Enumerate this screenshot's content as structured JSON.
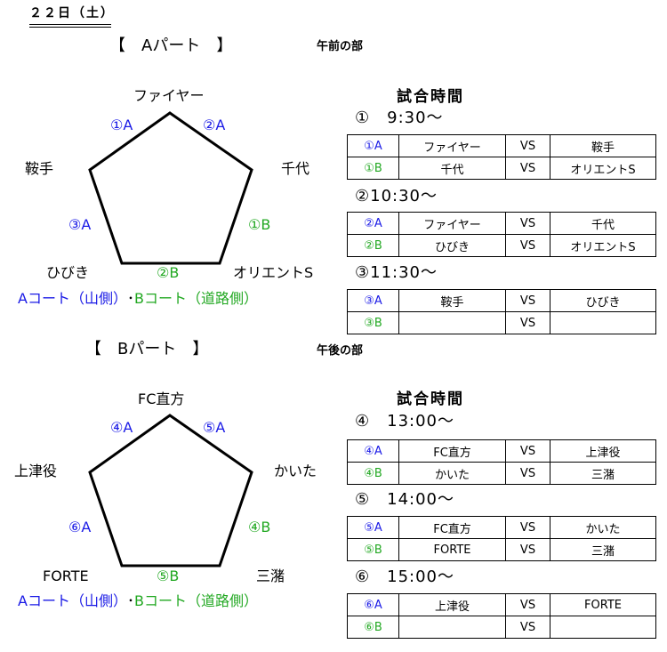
{
  "date": "２２日（土）",
  "part_a": {
    "title": "【　Aパート　】",
    "session": "午前の部",
    "teams": {
      "top": "ファイヤー",
      "left": "鞍手",
      "right": "千代",
      "bottom_left": "ひびき",
      "bottom_right": "オリエントS"
    },
    "edges": {
      "top_left": "①A",
      "top_right": "②A",
      "left": "③A",
      "right": "①B",
      "bottom": "②B"
    },
    "court_a": "Aコート（山側）",
    "separator": "･",
    "court_b": "Bコート（道路側）",
    "schedule_title": "試合時間",
    "slots": [
      {
        "time": "①　9:30～",
        "rows": [
          {
            "court": "①A",
            "team1": "ファイヤー",
            "vs": "VS",
            "team2": "鞍手"
          },
          {
            "court": "①B",
            "team1": "千代",
            "vs": "VS",
            "team2": "オリエントS"
          }
        ]
      },
      {
        "time": "②10:30～",
        "rows": [
          {
            "court": "②A",
            "team1": "ファイヤー",
            "vs": "VS",
            "team2": "千代"
          },
          {
            "court": "②B",
            "team1": "ひびき",
            "vs": "VS",
            "team2": "オリエントS"
          }
        ]
      },
      {
        "time": "③11:30～",
        "rows": [
          {
            "court": "③A",
            "team1": "鞍手",
            "vs": "VS",
            "team2": "ひびき"
          },
          {
            "court": "③B",
            "team1": "",
            "vs": "VS",
            "team2": ""
          }
        ]
      }
    ]
  },
  "part_b": {
    "title": "【　Bパート　】",
    "session": "午後の部",
    "teams": {
      "top": "FC直方",
      "left": "上津役",
      "right": "かいた",
      "bottom_left": "FORTE",
      "bottom_right": "三潴"
    },
    "edges": {
      "top_left": "④A",
      "top_right": "⑤A",
      "left": "⑥A",
      "right": "④B",
      "bottom": "⑤B"
    },
    "court_a": "Aコート（山側）",
    "separator": "･",
    "court_b": "Bコート（道路側）",
    "schedule_title": "試合時間",
    "slots": [
      {
        "time": "④　13:00～",
        "rows": [
          {
            "court": "④A",
            "team1": "FC直方",
            "vs": "VS",
            "team2": "上津役"
          },
          {
            "court": "④B",
            "team1": "かいた",
            "vs": "VS",
            "team2": "三潴"
          }
        ]
      },
      {
        "time": "⑤　14:00～",
        "rows": [
          {
            "court": "⑤A",
            "team1": "FC直方",
            "vs": "VS",
            "team2": "かいた"
          },
          {
            "court": "⑤B",
            "team1": "FORTE",
            "vs": "VS",
            "team2": "三潴"
          }
        ]
      },
      {
        "time": "⑥　15:00～",
        "rows": [
          {
            "court": "⑥A",
            "team1": "上津役",
            "vs": "VS",
            "team2": "FORTE"
          },
          {
            "court": "⑥B",
            "team1": "",
            "vs": "VS",
            "team2": ""
          }
        ]
      }
    ]
  },
  "colors": {
    "court_a": "#1a1ae6",
    "court_b": "#22a822"
  }
}
